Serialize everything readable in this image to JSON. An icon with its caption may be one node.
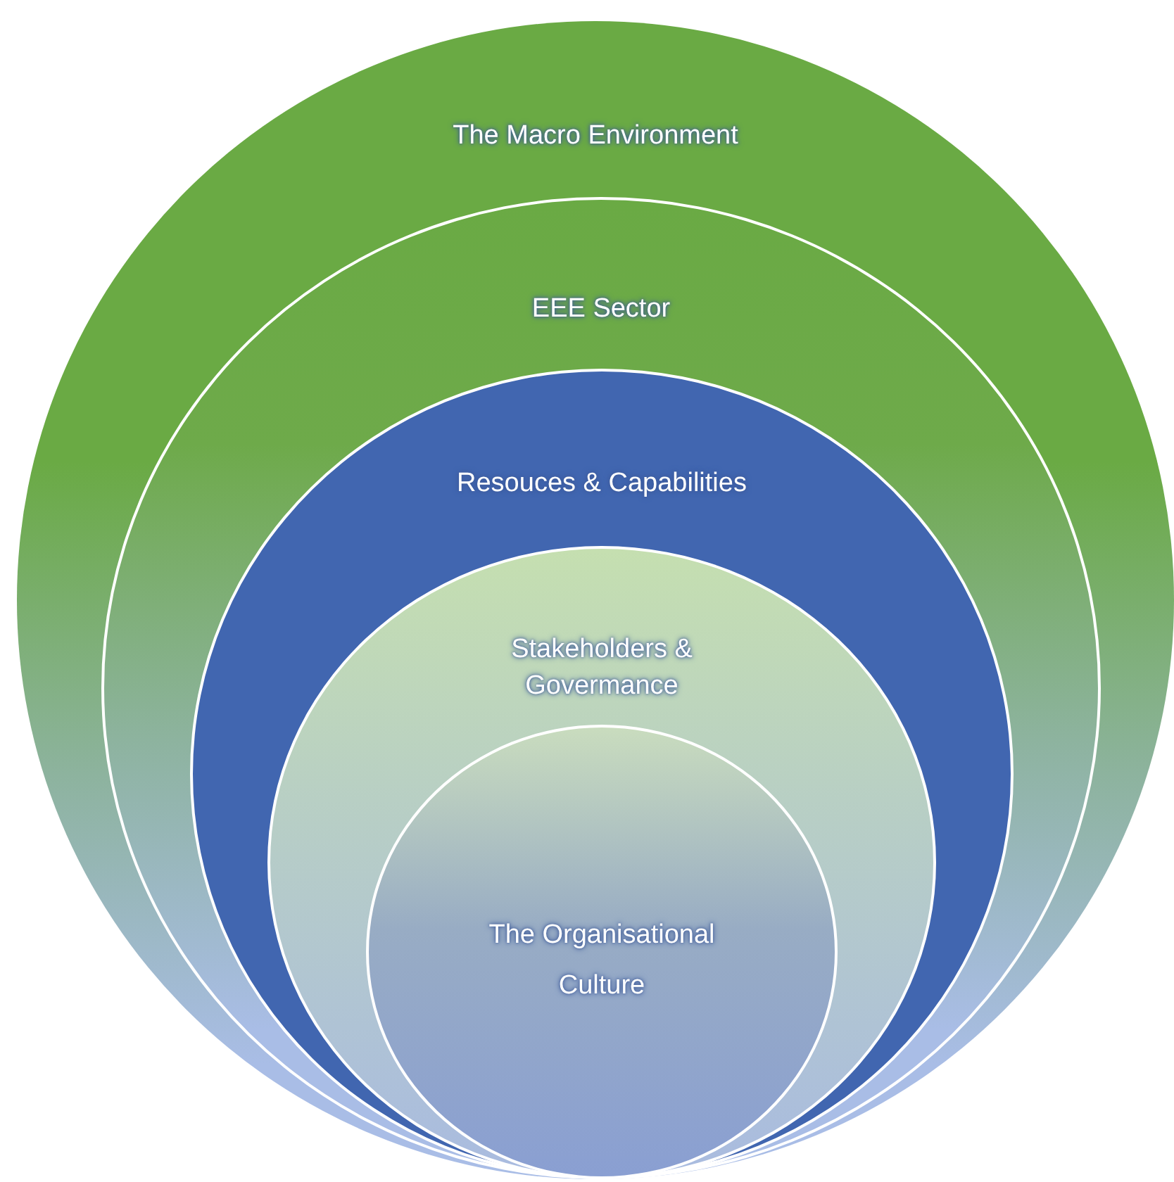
{
  "diagram": {
    "nodes": [
      {
        "text": [
          "The Macro Environment"
        ]
      },
      {
        "text": [
          "EEE Sector"
        ],
        "in": 0
      },
      {
        "text": [
          "Resouces & Capabilities"
        ],
        "in": 1
      },
      {
        "text": [
          "Stakeholders & Govermance"
        ],
        "in": 2
      },
      {
        "text": [
          "The Organisational Culture"
        ],
        "in": 3
      }
    ]
  }
}
